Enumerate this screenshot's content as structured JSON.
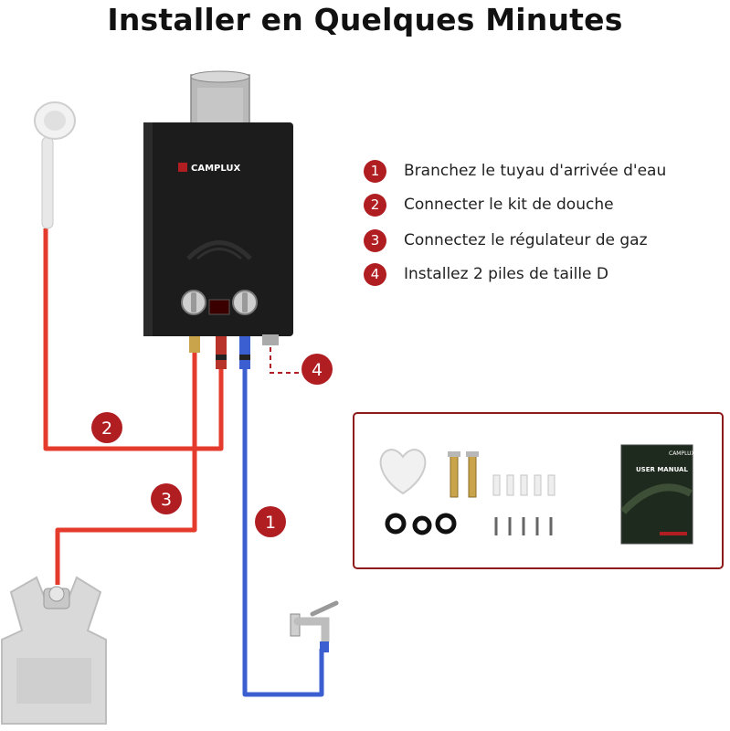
{
  "title": "Installer en Quelques Minutes",
  "brand": "CAMPLUX",
  "steps": [
    {
      "number": "1",
      "text": "Branchez le tuyau d'arrivée d'eau"
    },
    {
      "number": "2",
      "text": "Connecter le kit de douche"
    },
    {
      "number": "3",
      "text": "Connectez le régulateur de gaz"
    },
    {
      "number": "4",
      "text": "Installez 2 piles de taille D"
    }
  ],
  "diagram_markers": {
    "water": "1",
    "shower": "2",
    "gas": "3",
    "battery": "4"
  },
  "accessories": {
    "manual_title": "USER MANUAL",
    "manual_brand": "CAMPLUX"
  },
  "colors": {
    "accent": "#b01e22",
    "hot_line": "#e53b2c",
    "cold_line": "#3b5fd0",
    "heater_body": "#1c1c1c",
    "box_border": "#8e1b1b"
  },
  "icons": [
    "shower-head-icon",
    "faucet-icon",
    "gas-bottle-icon",
    "water-heater-icon",
    "user-manual-icon"
  ]
}
